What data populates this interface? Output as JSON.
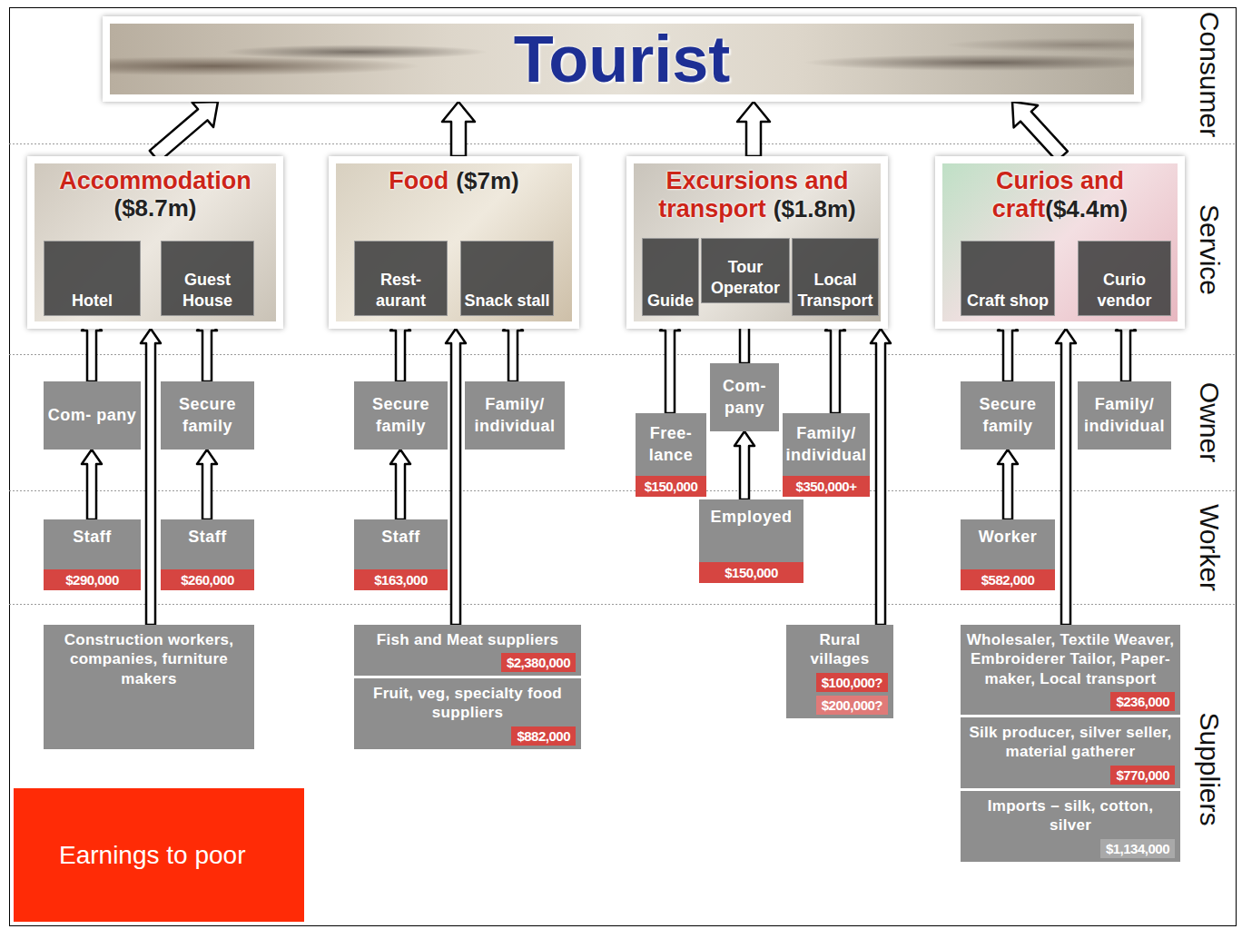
{
  "diagram": {
    "nodes": [
      {
        "text": [
          "Tourist"
        ]
      },
      {
        "text": [
          "Accommodation",
          "($8.7m)"
        ]
      },
      {
        "text": [
          "Hotel"
        ],
        "in": 1
      },
      {
        "text": [
          "Guest House"
        ],
        "in": 1
      },
      {
        "text": [
          "Food",
          "($7m)"
        ]
      },
      {
        "text": [
          "Rest- aurant"
        ],
        "in": 4
      },
      {
        "text": [
          "Snack stall"
        ],
        "in": 4
      },
      {
        "text": [
          "Excursions and transport",
          "($1.8m)"
        ]
      },
      {
        "text": [
          "Guide"
        ],
        "in": 7
      },
      {
        "text": [
          "Tour Operator"
        ],
        "in": 7
      },
      {
        "text": [
          "Local Transport"
        ],
        "in": 7
      },
      {
        "text": [
          "Curios and craft",
          "($4.4m)"
        ]
      },
      {
        "text": [
          "Craft shop"
        ],
        "in": 11
      },
      {
        "text": [
          "Curio vendor"
        ],
        "in": 11
      },
      {
        "text": [
          "Com- pany"
        ]
      },
      {
        "text": [
          "Secure family"
        ]
      },
      {
        "text": [
          "Secure family"
        ]
      },
      {
        "text": [
          "Family/ individual"
        ]
      },
      {
        "text": [
          "Com- pany"
        ]
      },
      {
        "text": [
          "Free- lance",
          "$150,000"
        ]
      },
      {
        "text": [
          "Family/ individual",
          "$350,000+"
        ]
      },
      {
        "text": [
          "Secure family"
        ]
      },
      {
        "text": [
          "Family/ individual"
        ]
      },
      {
        "text": [
          "Staff",
          "$290,000"
        ]
      },
      {
        "text": [
          "Staff",
          "$260,000"
        ]
      },
      {
        "text": [
          "Staff",
          "$163,000"
        ]
      },
      {
        "text": [
          "Employed",
          "$150,000"
        ]
      },
      {
        "text": [
          "Worker",
          "$582,000"
        ]
      },
      {
        "text": [
          "Construction workers, companies, furniture makers"
        ]
      },
      {
        "text": [
          "Fish and Meat suppliers",
          "$2,380,000"
        ]
      },
      {
        "text": [
          "Fruit, veg, specialty food suppliers",
          "$882,000"
        ]
      },
      {
        "text": [
          "Rural villages",
          "$100,000?",
          "$200,000?"
        ]
      },
      {
        "text": [
          "Wholesaler, Textile Weaver, Embroiderer Tailor, Paper- maker, Local transport",
          "$236,000"
        ]
      },
      {
        "text": [
          "Silk producer, silver seller, material gatherer",
          "$770,000"
        ]
      },
      {
        "text": [
          "Imports – silk, cotton, silver",
          "$1,134,000"
        ]
      }
    ],
    "edges": [
      {
        "from": 1,
        "to": 0,
        "arrow": "to"
      },
      {
        "from": 4,
        "to": 0,
        "arrow": "to"
      },
      {
        "from": 7,
        "to": 0,
        "arrow": "to"
      },
      {
        "from": 11,
        "to": 0,
        "arrow": "to"
      },
      {
        "from": 14,
        "to": 2,
        "arrow": "to"
      },
      {
        "from": 23,
        "to": 14,
        "arrow": "to"
      },
      {
        "from": 28,
        "to": 1,
        "arrow": "to"
      },
      {
        "from": 15,
        "to": 3,
        "arrow": "to"
      },
      {
        "from": 24,
        "to": 15,
        "arrow": "to"
      },
      {
        "from": 16,
        "to": 5,
        "arrow": "to"
      },
      {
        "from": 25,
        "to": 16,
        "arrow": "to"
      },
      {
        "from": 29,
        "to": 4,
        "arrow": "to"
      },
      {
        "from": 17,
        "to": 6,
        "arrow": "to"
      },
      {
        "from": 19,
        "to": 8,
        "arrow": "to"
      },
      {
        "from": 18,
        "to": 9,
        "arrow": "to"
      },
      {
        "from": 26,
        "to": 18,
        "arrow": "to"
      },
      {
        "from": 20,
        "to": 10,
        "arrow": "to"
      },
      {
        "from": 31,
        "to": 7,
        "arrow": "to"
      },
      {
        "from": 21,
        "to": 12,
        "arrow": "to"
      },
      {
        "from": 27,
        "to": 21,
        "arrow": "to"
      },
      {
        "from": 22,
        "to": 13,
        "arrow": "to"
      },
      {
        "from": 32,
        "to": 11,
        "arrow": "to"
      }
    ],
    "labels": [
      "Consumer",
      "Service",
      "Owner",
      "Worker",
      "Suppliers"
    ],
    "legend": [
      {
        "text": "Earnings to poor",
        "color": "#ff2b06"
      }
    ]
  }
}
